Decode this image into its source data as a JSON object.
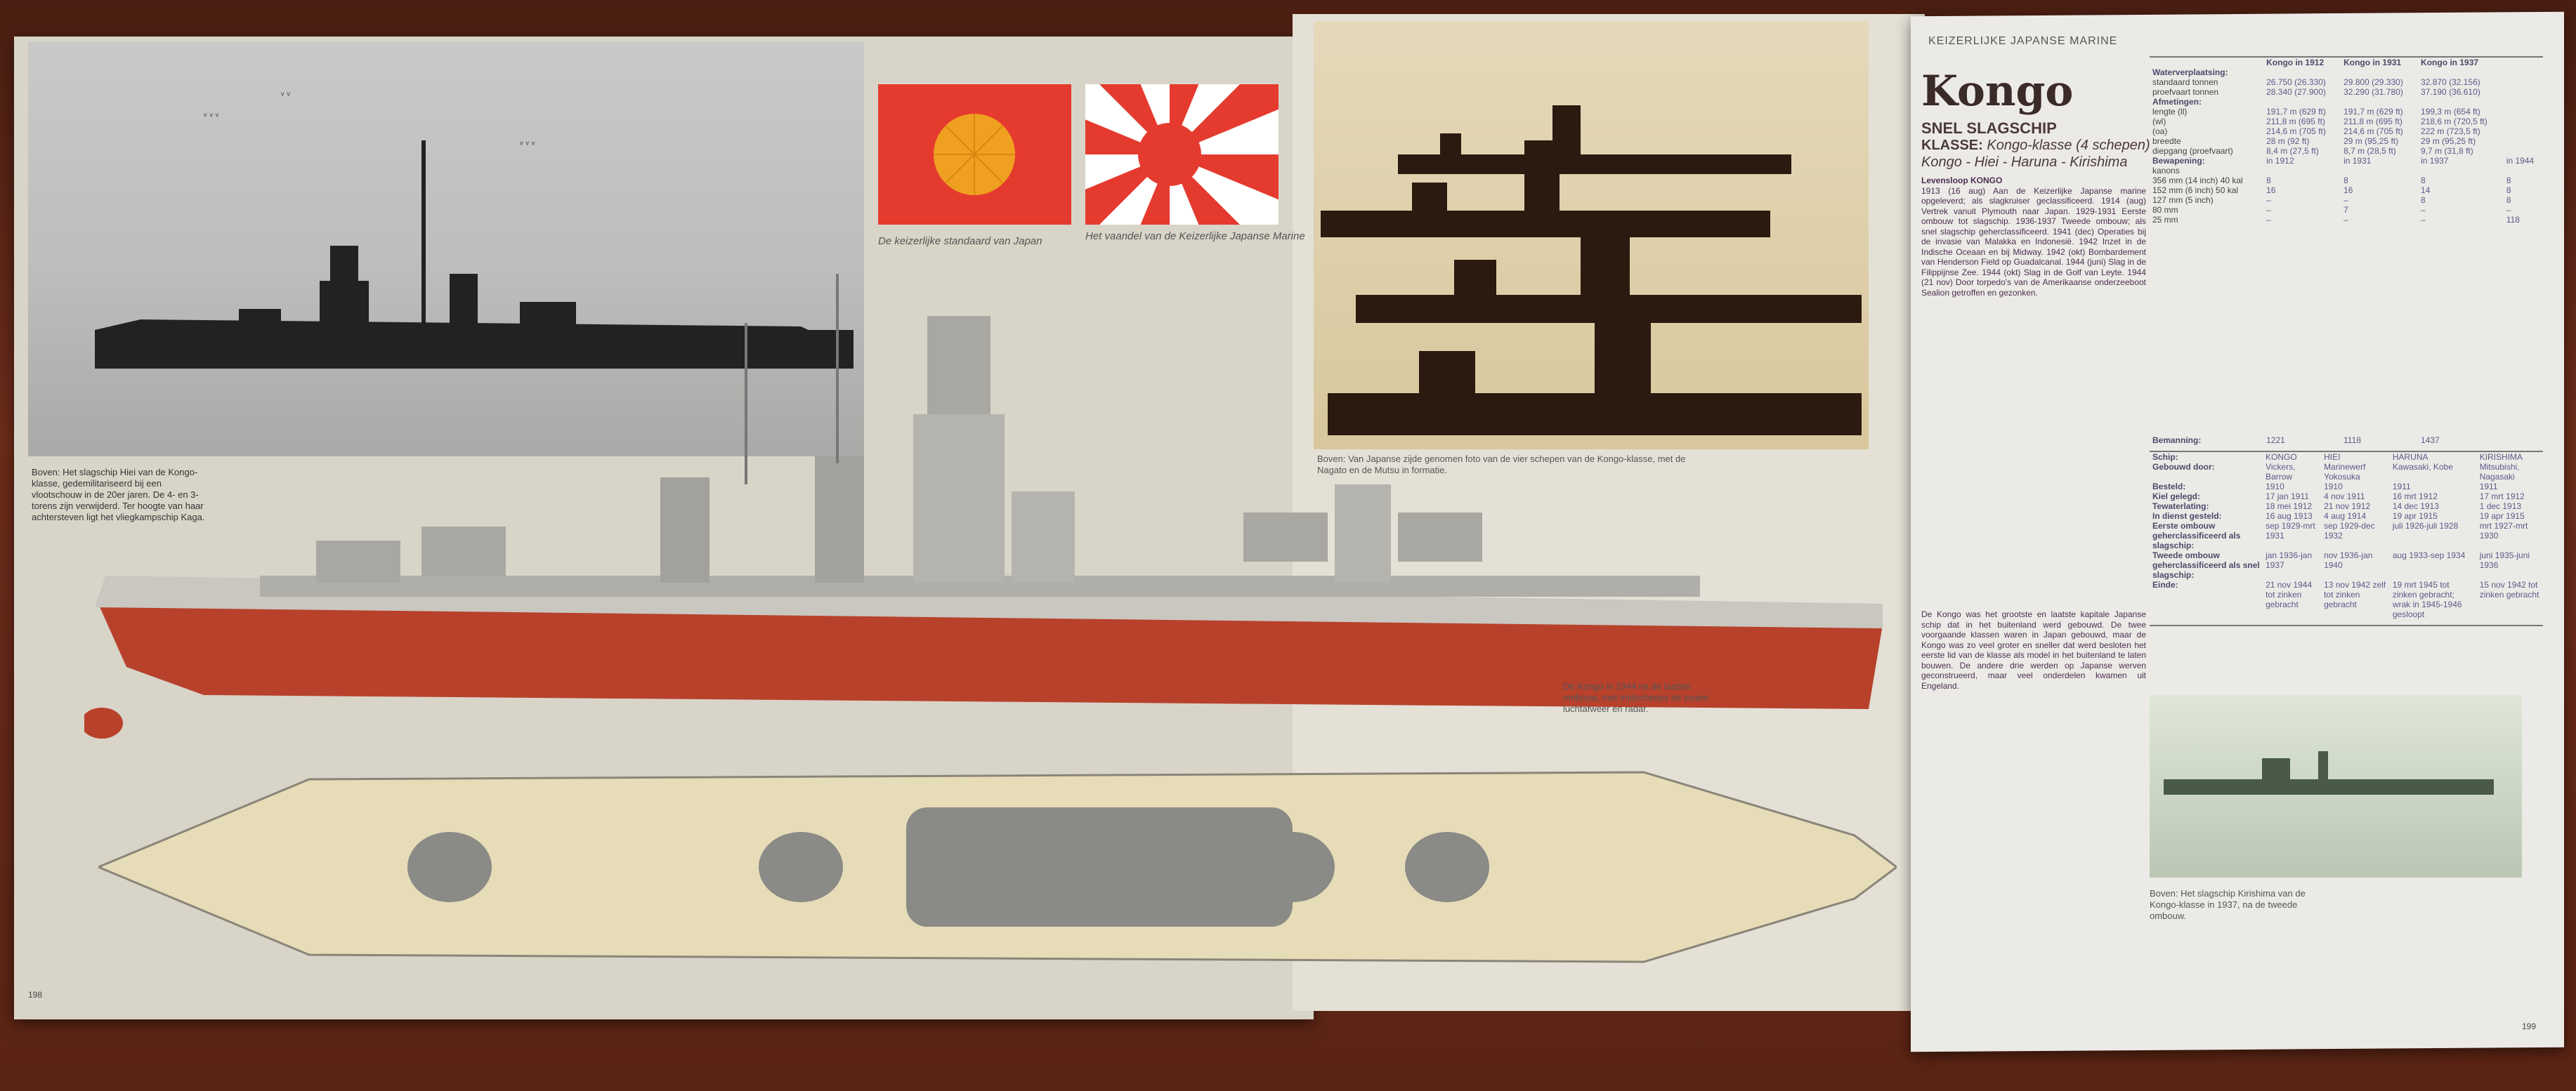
{
  "left_page": {
    "top_photo_caption": "Boven: Het slagschip Hiei van de Kongo-klasse, gedemilitariseerd bij een vlootschouw in de 20er jaren. De 4- en 3-torens zijn verwijderd. Ter hoogte van haar achtersteven ligt het vliegkampschip Kaga.",
    "flag_standard_caption": "De keizerlijke standaard van Japan",
    "flag_marine_caption": "Het vaandel van de Keizerlijke Japanse Marine",
    "profile_caption": "De Kongo in 1944 na de laatste ombouw, met midscheeps de zware luchtafweer en radar.",
    "page_number": "198"
  },
  "mid_page": {
    "sepia_caption": "Boven: Van Japanse zijde genomen foto van de vier schepen van de Kongo-klasse, met de Nagato en de Mutsu in formatie."
  },
  "right_page": {
    "header": "KEIZERLIJKE JAPANSE MARINE",
    "title": "Kongo",
    "type": "SNEL SLAGSCHIP",
    "class_label": "KLASSE:",
    "class_value": "Kongo-klasse (4 schepen)",
    "ships_line": "Kongo - Hiei - Haruna - Kirishima",
    "levensloop_title": "Levensloop KONGO",
    "levensloop": "1913 (16 aug) Aan de Keizerlijke Japanse marine opgeleverd; als slagkruiser geclassificeerd. 1914 (aug) Vertrek vanuit Plymouth naar Japan. 1929-1931 Eerste ombouw tot slagschip. 1936-1937 Tweede ombouw; als snel slagschip geherclassificeerd. 1941 (dec) Operaties bij de invasie van Malakka en Indonesië. 1942 Inzet in de Indische Oceaan en bij Midway. 1942 (okt) Bombardement van Henderson Field op Guadalcanal. 1944 (juni) Slag in de Filippijnse Zee. 1944 (okt) Slag in de Golf van Leyte. 1944 (21 nov) Door torpedo's van de Amerikaanse onderzeeboot Sealion getroffen en gezonken.",
    "body": "De Kongo was het grootste en laatste kapitale Japanse schip dat in het buitenland werd gebouwd. De twee voorgaande klassen waren in Japan gebouwd, maar de Kongo was zo veel groter en sneller dat werd besloten het eerste lid van de klasse als model in het buitenland te laten bouwen. De andere drie werden op Japanse werven geconstrueerd, maar veel onderdelen kwamen uit Engeland.",
    "spec": {
      "columns": [
        "Kongo in 1912",
        "Kongo in 1931",
        "Kongo in 1937"
      ],
      "rows": [
        {
          "label": "Waterverplaatsing:",
          "heading": true,
          "values": [
            "",
            "",
            ""
          ]
        },
        {
          "label": "standaard tonnen",
          "values": [
            "26.750 (26.330)",
            "29.800 (29.330)",
            "32.870 (32.156)"
          ]
        },
        {
          "label": "proefvaart tonnen",
          "values": [
            "28.340 (27.900)",
            "32.290 (31.780)",
            "37.190 (36.610)"
          ]
        },
        {
          "label": "Afmetingen:",
          "heading": true,
          "values": [
            "",
            "",
            ""
          ]
        },
        {
          "label": "lengte (ll)",
          "values": [
            "191,7 m (629 ft)",
            "191,7 m (629 ft)",
            "199,3 m (654 ft)"
          ]
        },
        {
          "label": "(wl)",
          "values": [
            "211,8 m (695 ft)",
            "211,8 m (695 ft)",
            "218,6 m (720,5 ft)"
          ]
        },
        {
          "label": "(oa)",
          "values": [
            "214,6 m (705 ft)",
            "214,6 m (705 ft)",
            "222 m (723,5 ft)"
          ]
        },
        {
          "label": "breedte",
          "values": [
            "28 m (92 ft)",
            "29 m (95,25 ft)",
            "29 m (95,25 ft)"
          ]
        },
        {
          "label": "diepgang (proefvaart)",
          "values": [
            "8,4 m (27,5 ft)",
            "8,7 m (28,5 ft)",
            "9,7 m (31,8 ft)"
          ]
        }
      ],
      "armament_columns": [
        "in 1912",
        "in 1931",
        "in 1937",
        "in 1944"
      ],
      "armament_title": "Bewapening:",
      "armament_sub": "kanons",
      "armament": [
        {
          "label": "356 mm (14 inch) 40 kal",
          "values": [
            "8",
            "8",
            "8",
            "8"
          ]
        },
        {
          "label": "152 mm (6 inch) 50 kal",
          "values": [
            "16",
            "16",
            "14",
            "8"
          ]
        },
        {
          "label": "127 mm (5 inch)",
          "values": [
            "–",
            "–",
            "8",
            "8"
          ]
        },
        {
          "label": "80 mm",
          "values": [
            "–",
            "7",
            "–",
            "–"
          ]
        },
        {
          "label": "25 mm",
          "values": [
            "–",
            "–",
            "–",
            "118"
          ]
        }
      ],
      "crew_label": "Bemanning:",
      "crew": [
        "1221",
        "1118",
        "1437"
      ]
    },
    "ships_table": {
      "labels": [
        "Schip:",
        "Gebouwd door:",
        "Besteld:",
        "Kiel gelegd:",
        "Tewaterlating:",
        "In dienst gesteld:",
        "Eerste ombouw geherclassificeerd als slagschip:",
        "Tweede ombouw geherclassificeerd als snel slagschip:",
        "Einde:"
      ],
      "ships": [
        {
          "name": "KONGO",
          "builder": "Vickers, Barrow",
          "ordered": "1910",
          "keel": "17 jan 1911",
          "launch": "18 mei 1912",
          "service": "16 aug 1913",
          "first": "sep 1929-mrt 1931",
          "second": "jan 1936-jan 1937",
          "end": "21 nov 1944 tot zinken gebracht"
        },
        {
          "name": "HIEI",
          "builder": "Marinewerf Yokosuka",
          "ordered": "1910",
          "keel": "4 nov 1911",
          "launch": "21 nov 1912",
          "service": "4 aug 1914",
          "first": "sep 1929-dec 1932",
          "second": "nov 1936-jan 1940",
          "end": "13 nov 1942 zelf tot zinken gebracht"
        },
        {
          "name": "HARUNA",
          "builder": "Kawasaki, Kobe",
          "ordered": "1911",
          "keel": "16 mrt 1912",
          "launch": "14 dec 1913",
          "service": "19 apr 1915",
          "first": "juli 1926-juli 1928",
          "second": "aug 1933-sep 1934",
          "end": "19 mrt 1945 tot zinken gebracht; wrak in 1945-1946 gesloopt"
        },
        {
          "name": "KIRISHIMA",
          "builder": "Mitsubishi, Nagasaki",
          "ordered": "1911",
          "keel": "17 mrt 1912",
          "launch": "1 dec 1913",
          "service": "19 apr 1915",
          "first": "mrt 1927-mrt 1930",
          "second": "juni 1935-juni 1936",
          "end": "15 nov 1942 tot zinken gebracht"
        }
      ]
    },
    "photo_caption": "Boven: Het slagschip Kirishima van de Kongo-klasse in 1937, na de tweede ombouw.",
    "page_number": "199"
  },
  "colors": {
    "flag_red": "#e53a2e",
    "flag_sun": "#f0a020",
    "hull_red": "#b8412c",
    "hull_gray": "#b8b6b0",
    "deck": "#e6dcb8"
  }
}
